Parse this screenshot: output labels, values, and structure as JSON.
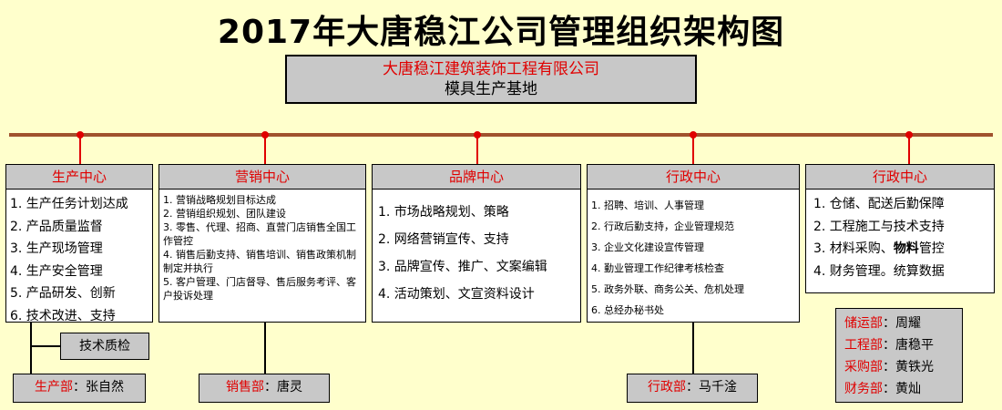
{
  "title": "2017年大唐稳江公司管理组织架构图",
  "top": {
    "company": "大唐稳江建筑装饰工程有限公司",
    "base": "模具生产基地"
  },
  "departments": [
    {
      "name": "生产中心",
      "items": [
        "1. 生产任务计划达成",
        "2. 产品质量监督",
        "3. 生产现场管理",
        "4. 生产安全管理",
        "5. 产品研发、创新",
        "6. 技术改进、支持"
      ]
    },
    {
      "name": "营销中心",
      "items": [
        "1. 营销战略规划目标达成",
        "2. 营销组织规划、团队建设",
        "3. 零售、代理、招商、直营门店销售全国工作管控",
        "4. 销售后勤支持、销售培训、销售政策机制制定并执行",
        "5. 客户管理、门店督导、售后服务考评、客户投诉处理"
      ]
    },
    {
      "name": "品牌中心",
      "items": [
        "1. 市场战略规划、策略",
        "2. 网络营销宣传、支持",
        "3. 品牌宣传、推广、文案编辑",
        "4. 活动策划、文宣资料设计"
      ]
    },
    {
      "name": "行政中心",
      "items": [
        "1. 招聘、培训、人事管理",
        "2. 行政后勤支持，企业管理规范",
        "3. 企业文化建设宣传管理",
        "4. 勤业管理工作纪律考核检查",
        "5. 政务外联、商务公关、危机处理",
        "6. 总经办秘书处"
      ]
    },
    {
      "name": "行政中心",
      "items_before": [
        "1. 仓储、配送后勤保障",
        "2. 工程施工与技术支持"
      ],
      "item3_prefix": "3. 材料采购、",
      "item3_bold": "物料",
      "item3_suffix": "管控",
      "item4": "4. 财务管理。统算数据"
    }
  ],
  "qc_label": "技术质检",
  "managers": {
    "production": {
      "dept": "生产部",
      "sep": "：",
      "name": "张自然"
    },
    "sales": {
      "dept": "销售部",
      "sep": "：",
      "name": "唐灵"
    },
    "admin": {
      "dept": "行政部",
      "sep": "：",
      "name": "马千淦"
    }
  },
  "staff": [
    {
      "dept": "储运部",
      "sep": "：",
      "name": "周耀"
    },
    {
      "dept": "工程部",
      "sep": "：",
      "name": "唐稳平"
    },
    {
      "dept": "采购部",
      "sep": "：",
      "name": "黄铁光"
    },
    {
      "dept": "财务部",
      "sep": "：",
      "name": "黄灿"
    }
  ],
  "colors": {
    "background": "#ffffcc",
    "accent_red": "#e00000",
    "box_gray": "#c8c8c8",
    "bar_brown": "#a0522d"
  }
}
